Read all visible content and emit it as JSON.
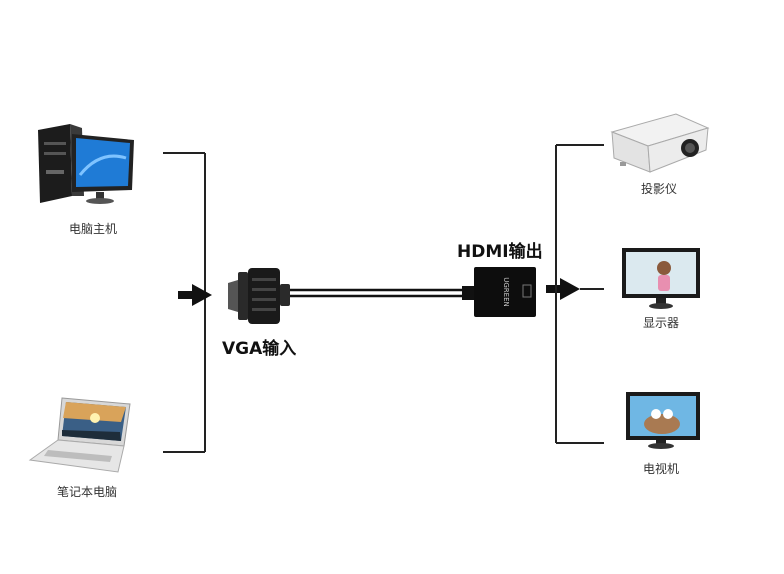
{
  "sources": [
    {
      "name": "pc",
      "label": "电脑主机"
    },
    {
      "name": "laptop",
      "label": "笔记本电脑"
    }
  ],
  "input_label": "VGA输入",
  "output_label": "HDMI输出",
  "adapter_text": "UGREEN",
  "targets": [
    {
      "name": "projector",
      "label": "投影仪"
    },
    {
      "name": "monitor",
      "label": "显示器"
    },
    {
      "name": "tv",
      "label": "电视机"
    }
  ],
  "colors": {
    "line": "#222222",
    "device_dark": "#1a1a1a",
    "screen_blue": "#1f7bd6",
    "adapter": "#0d0d0d"
  }
}
